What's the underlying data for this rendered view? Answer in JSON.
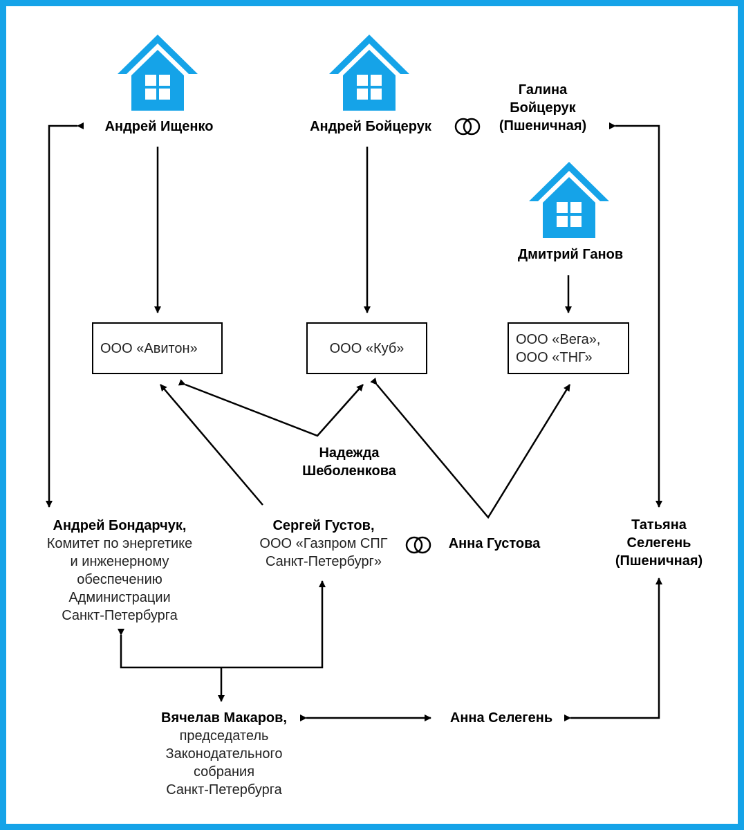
{
  "colors": {
    "accent": "#15a3e8",
    "line": "#000000",
    "text": "#222222"
  },
  "icons": {
    "house": "house-icon",
    "marriage": "wedding-rings-icon"
  },
  "people": {
    "ishchenko": "Андрей Ищенко",
    "boitseruk": "Андрей Бойцерук",
    "galina": [
      "Галина",
      "Бойцерук",
      "(Пшеничная)"
    ],
    "ganov": "Дмитрий Ганов",
    "sheboleнkova_fix": null,
    "shebolenkova": [
      "Надежда",
      "Шеболенкова"
    ],
    "bondarchuk": {
      "name": "Андрей Бондарчук,",
      "details": [
        "Комитет по энергетике",
        "и инженерному",
        "обеспечению",
        "Администрации",
        "Санкт-Петербурга"
      ]
    },
    "gustov": {
      "name": "Сергей Густов,",
      "details": [
        "ООО «Газпром СПГ",
        "Санкт-Петербург»"
      ]
    },
    "gustova": "Анна Густова",
    "tatiana": [
      "Татьяна",
      "Селегень",
      "(Пшеничная)"
    ],
    "makarov": {
      "name": "Вячелав Макаров,",
      "details": [
        "председатель",
        "Законодательного",
        "собрания",
        "Санкт-Петербурга"
      ]
    },
    "anna_selegen": "Анна Селегень"
  },
  "companies": {
    "aviton": "ООО «Авитон»",
    "kub": "ООО «Куб»",
    "vega": [
      "ООО «Вега»,",
      "ООО «ТНГ»"
    ]
  }
}
